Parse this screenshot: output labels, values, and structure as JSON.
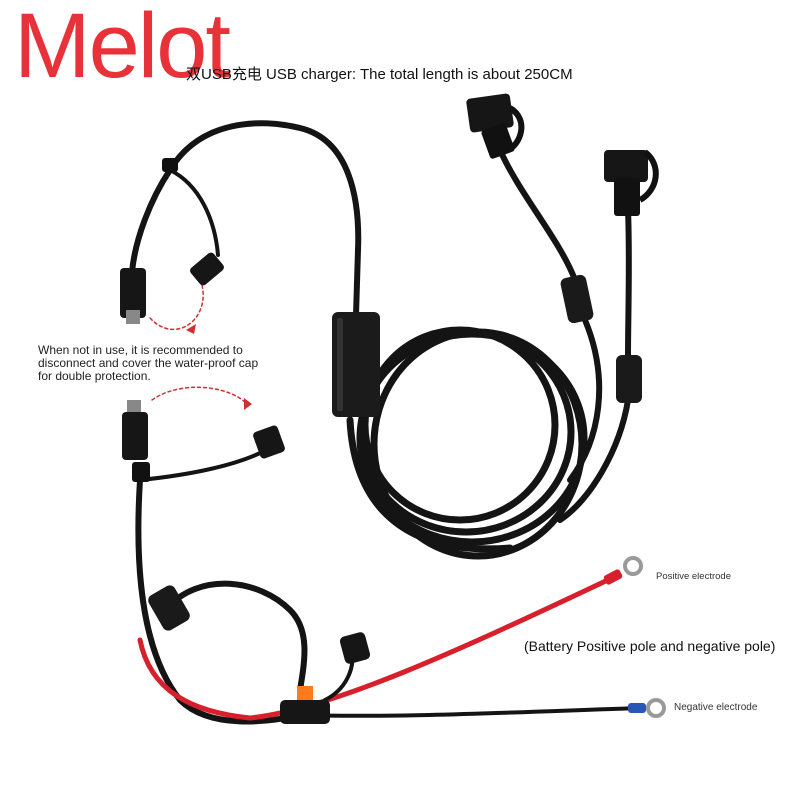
{
  "brand": {
    "logo_text": "Melot",
    "color": "#e8323a"
  },
  "heading": "双USB充电 USB charger: The total length is about 250CM",
  "notes": {
    "cap_tip": "When not in use, it is recommended to disconnect and cover the water-proof cap for double protection."
  },
  "labels": {
    "positive": "Positive electrode",
    "battery": "(Battery Positive pole and negative pole)",
    "negative": "Negative electrode"
  },
  "colors": {
    "cable": "#141414",
    "positive_wire": "#d8202c",
    "negative_lug": "#2a57b5",
    "arrow": "#d03030",
    "fuse": "#ff7a1a"
  }
}
